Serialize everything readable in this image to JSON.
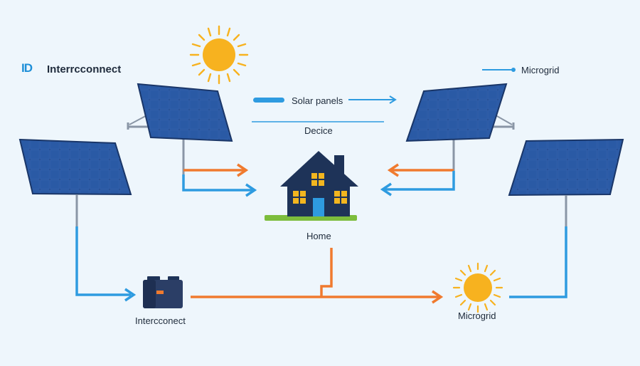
{
  "brand": {
    "mark": "ID",
    "title": "Interrcconnect"
  },
  "labels": {
    "microgrid_top": "Microgrid",
    "solar_panels": "Solar panels",
    "device": "Decice",
    "home": "Home",
    "interconnect_bottom": "Intercconect",
    "microgrid_bottom": "Microgrid"
  },
  "colors": {
    "background": "#eef6fc",
    "orange_flow": "#f07a2e",
    "blue_flow": "#2e9be0",
    "panel": "#1f3f7a",
    "house": "#1e3358",
    "sun": "#f7b21f",
    "grass": "#7cbd3c"
  }
}
